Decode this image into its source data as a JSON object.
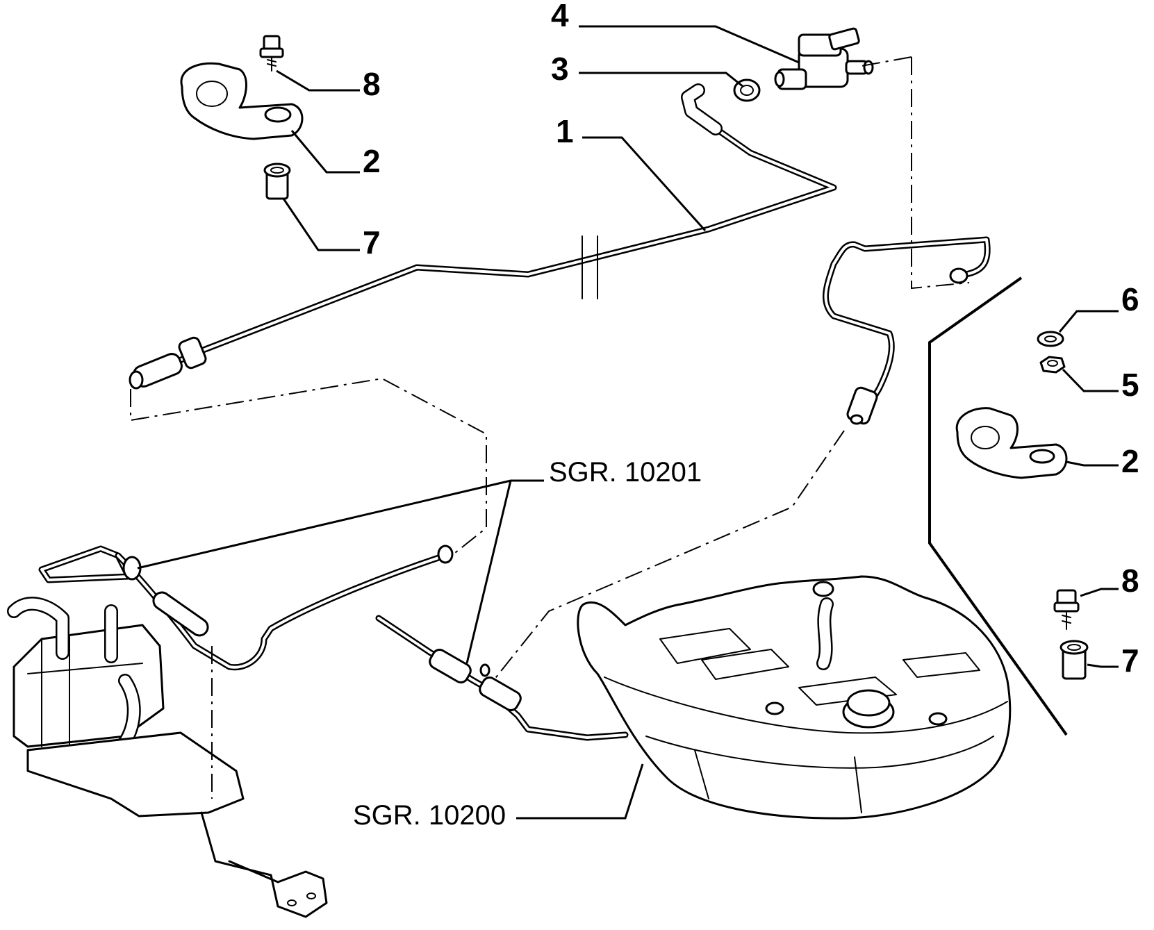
{
  "callouts": {
    "c1": "1",
    "c2_top": "2",
    "c2_right": "2",
    "c3": "3",
    "c4": "4",
    "c5": "5",
    "c6": "6",
    "c7_top": "7",
    "c7_right": "7",
    "c8_top": "8",
    "c8_right": "8"
  },
  "references": {
    "sgr_10201": "SGR. 10201",
    "sgr_10200": "SGR. 10200"
  }
}
